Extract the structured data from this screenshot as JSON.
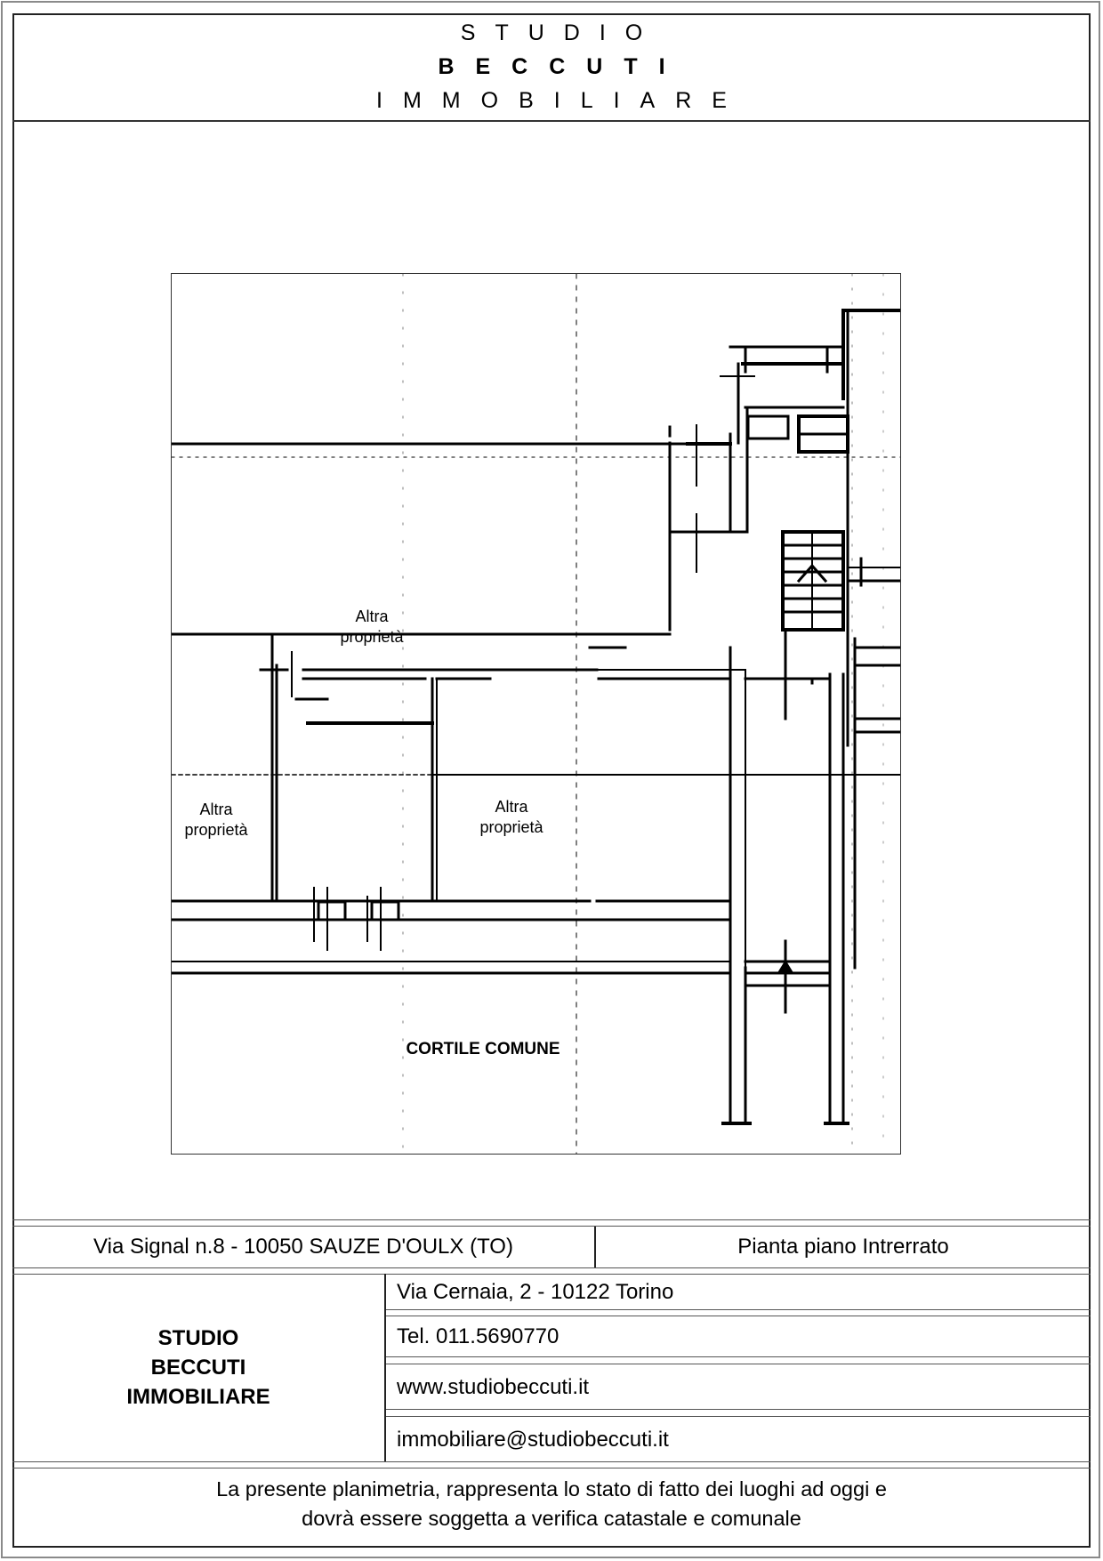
{
  "header": {
    "line1": "STUDIO",
    "line2": "BECCUTI",
    "line3": "IMMOBILIARE"
  },
  "plan": {
    "labels": {
      "top_property": [
        "Altra",
        "proprietà"
      ],
      "left_property": [
        "Altra",
        "proprietà"
      ],
      "center_property": [
        "Altra",
        "proprietà"
      ],
      "courtyard": "CORTILE COMUNE"
    }
  },
  "property_info": {
    "address": "Via Signal n.8 - 10050 SAUZE D'OULX (TO)",
    "plan_title": "Pianta piano Intrerrato"
  },
  "agency": {
    "name_lines": [
      "STUDIO",
      "BECCUTI",
      "IMMOBILIARE"
    ],
    "address": "Via Cernaia, 2 - 10122 Torino",
    "phone": "Tel. 011.5690770",
    "website": "www.studiobeccuti.it",
    "email": "immobiliare@studiobeccuti.it"
  },
  "disclaimer": {
    "line1": "La presente planimetria, rappresenta lo stato di fatto dei luoghi ad oggi e",
    "line2": "dovrà essere soggetta a verifica catastale e comunale"
  }
}
